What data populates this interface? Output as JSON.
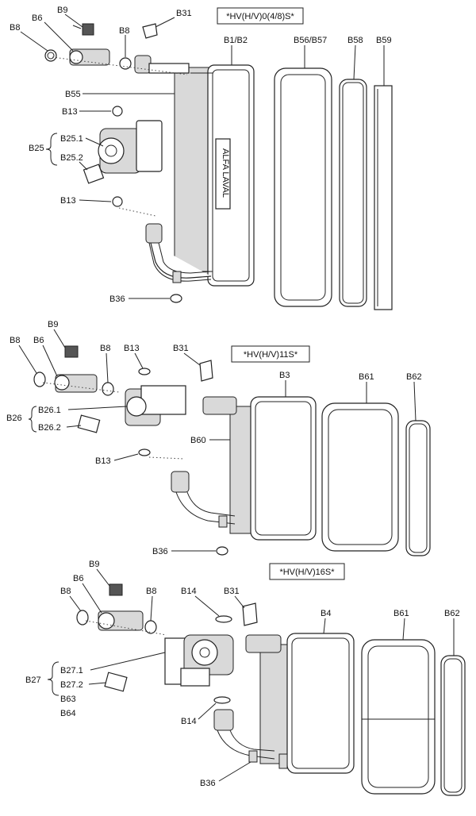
{
  "variant_titles": {
    "top": "*HV(H/V)0(4/8)S*",
    "middle": "*HV(H/V)11S*",
    "bottom": "*HV(H/V)16S*"
  },
  "labels": {
    "s1": {
      "b9": "B9",
      "b31": "B31",
      "b8a": "B8",
      "b6": "B6",
      "b8b": "B8",
      "b1b2": "B1/B2",
      "b56b57": "B56/B57",
      "b58": "B58",
      "b59": "B59",
      "b55": "B55",
      "b13a": "B13",
      "b25": "B25",
      "b251": "B25.1",
      "b252": "B25.2",
      "b13b": "B13",
      "b36": "B36"
    },
    "s2": {
      "b9": "B9",
      "b8a": "B8",
      "b6": "B6",
      "b8b": "B8",
      "b13a": "B13",
      "b31": "B31",
      "b3": "B3",
      "b61": "B61",
      "b62": "B62",
      "b26": "B26",
      "b261": "B26.1",
      "b262": "B26.2",
      "b60": "B60",
      "b13b": "B13",
      "b36": "B36"
    },
    "s3": {
      "b9": "B9",
      "b6": "B6",
      "b8a": "B8",
      "b8b": "B8",
      "b14a": "B14",
      "b31": "B31",
      "b4": "B4",
      "b61": "B61",
      "b62": "B62",
      "b27": "B27",
      "b271": "B27.1",
      "b272": "B27.2",
      "b63": "B63",
      "b64": "B64",
      "b14b": "B14",
      "b36": "B36"
    }
  },
  "brand_text": "ALFA LAVAL"
}
